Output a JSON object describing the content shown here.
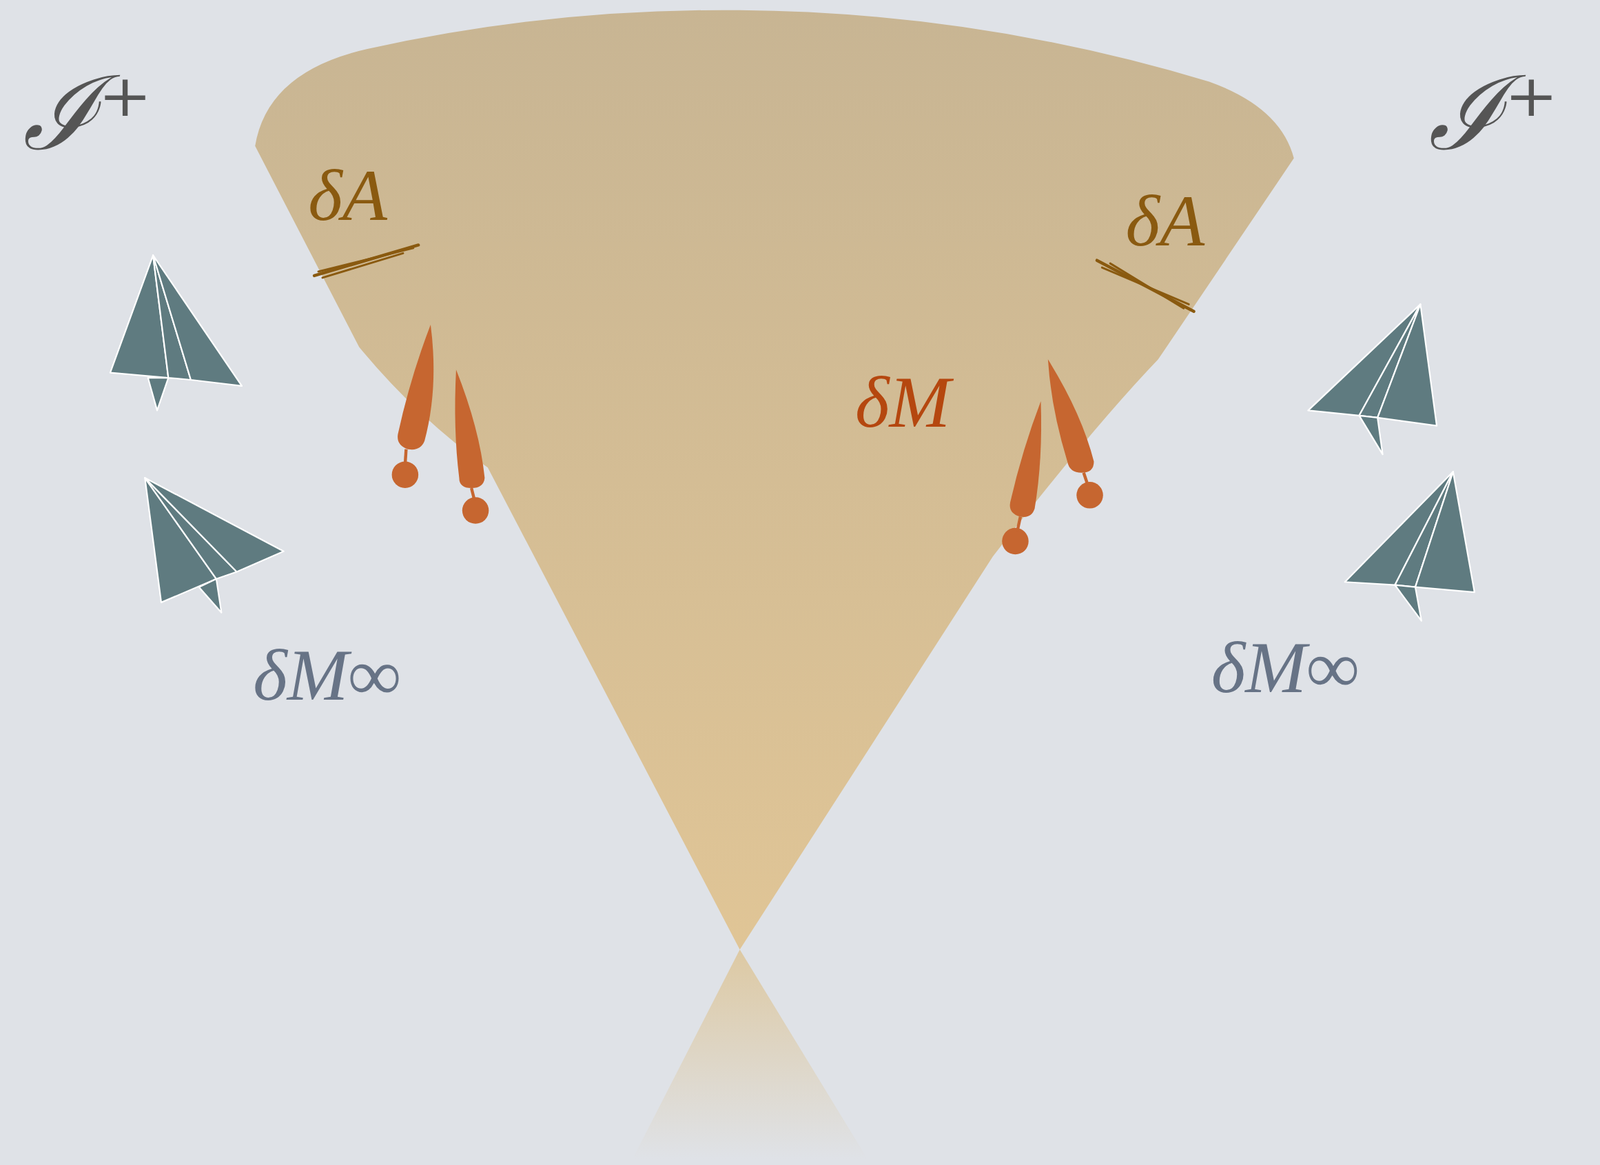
{
  "diagram": {
    "labels": [
      "ℐ⁺",
      "ℐ⁺",
      "δA",
      "δA",
      "δM",
      "δM∞",
      "δM∞"
    ]
  }
}
